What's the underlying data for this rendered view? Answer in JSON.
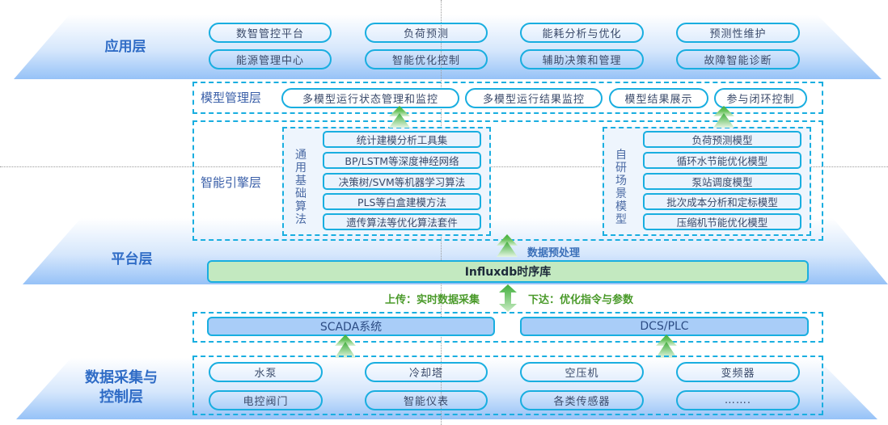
{
  "layers": {
    "application": {
      "title": "应用层",
      "items": [
        "数智管控平台",
        "负荷预测",
        "能耗分析与优化",
        "预测性维护",
        "能源管理中心",
        "智能优化控制",
        "辅助决策和管理",
        "故障智能诊断"
      ]
    },
    "model_management": {
      "title": "模型管理层",
      "items": [
        "多模型运行状态管理和监控",
        "多模型运行结果监控",
        "模型结果展示",
        "参与闭环控制"
      ]
    },
    "intelligent_engine": {
      "title": "智能引擎层",
      "general_algorithms": {
        "label": "通用基础算法",
        "items": [
          "统计建模分析工具集",
          "BP/LSTM等深度神经网络",
          "决策树/SVM等机器学习算法",
          "PLS等白盒建模方法",
          "遗传算法等优化算法套件"
        ]
      },
      "scenario_models": {
        "label": "自研场景模型",
        "items": [
          "负荷预测模型",
          "循环水节能优化模型",
          "泵站调度模型",
          "批次成本分析和定标模型",
          "压缩机节能优化模型"
        ]
      }
    },
    "platform": {
      "title": "平台层",
      "preprocess_label": "数据预处理",
      "database_label": "Influxdb时序库",
      "upload_label": "上传：实时数据采集",
      "download_label": "下达：优化指令与参数"
    },
    "control_systems": {
      "items": [
        "SCADA系统",
        "DCS/PLC"
      ]
    },
    "data_acquisition": {
      "title": "数据采集与控制层",
      "title_line1": "数据采集与",
      "title_line2": "控制层",
      "items": [
        "水泵",
        "冷却塔",
        "空压机",
        "变频器",
        "电控阀门",
        "智能仪表",
        "各类传感器",
        "……."
      ]
    }
  },
  "colors": {
    "accent_border": "#19aee0",
    "layer_title": "#2f6cc6",
    "arrow_green": "#3fae3a",
    "db_fill": "#c3e9c0",
    "control_fill": "#a9cdf8"
  }
}
